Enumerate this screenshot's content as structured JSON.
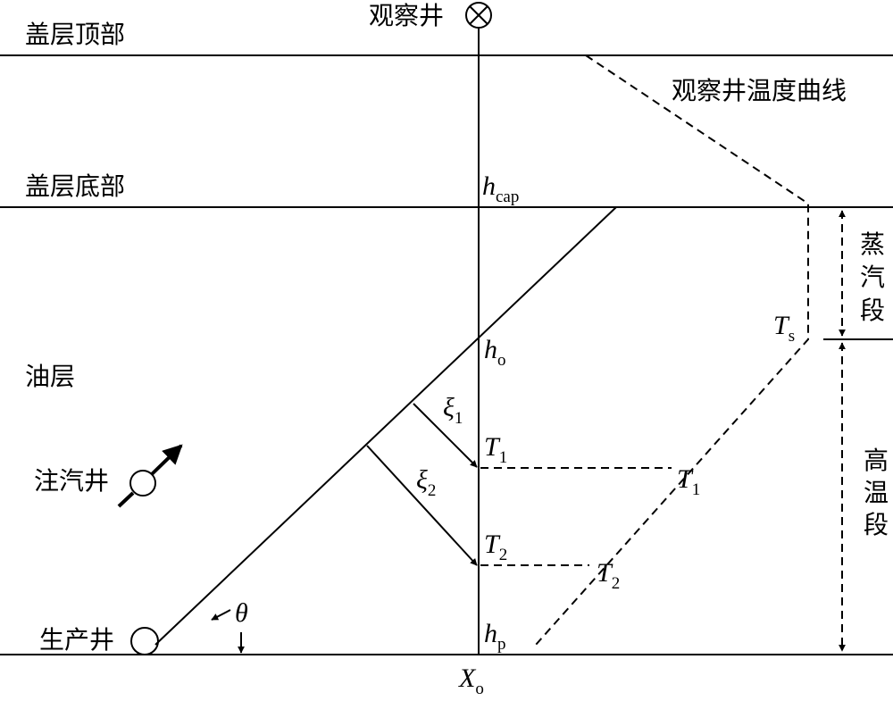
{
  "labels": {
    "observation_well": "观察井",
    "caprock_top": "盖层顶部",
    "caprock_bottom": "盖层底部",
    "oil_layer": "油层",
    "injection_well": "注汽井",
    "production_well": "生产井",
    "obs_temp_curve": "观察井温度曲线",
    "steam_zone": "蒸汽段",
    "high_temp_zone": "高温段"
  },
  "symbols": {
    "h_cap": {
      "main": "h",
      "sub": "cap"
    },
    "h_o": {
      "main": "h",
      "sub": "o"
    },
    "h_p": {
      "main": "h",
      "sub": "p"
    },
    "T_s": {
      "main": "T",
      "sub": "s"
    },
    "T1_well": {
      "main": "T",
      "sub": "1"
    },
    "T2_well": {
      "main": "T",
      "sub": "2"
    },
    "T1_curve": {
      "main": "T",
      "sub": "1"
    },
    "T2_curve": {
      "main": "T",
      "sub": "2"
    },
    "xi1": {
      "main": "ξ",
      "sub": "1"
    },
    "xi2": {
      "main": "ξ",
      "sub": "2"
    },
    "X_o": {
      "main": "X",
      "sub": "o"
    },
    "theta": "θ"
  },
  "icons": {
    "observation_well": "circle-x-icon",
    "injection_well": "circle-arrow-icon",
    "production_well": "circle-icon"
  },
  "colors": {
    "line": "#000000",
    "background": "#ffffff"
  }
}
